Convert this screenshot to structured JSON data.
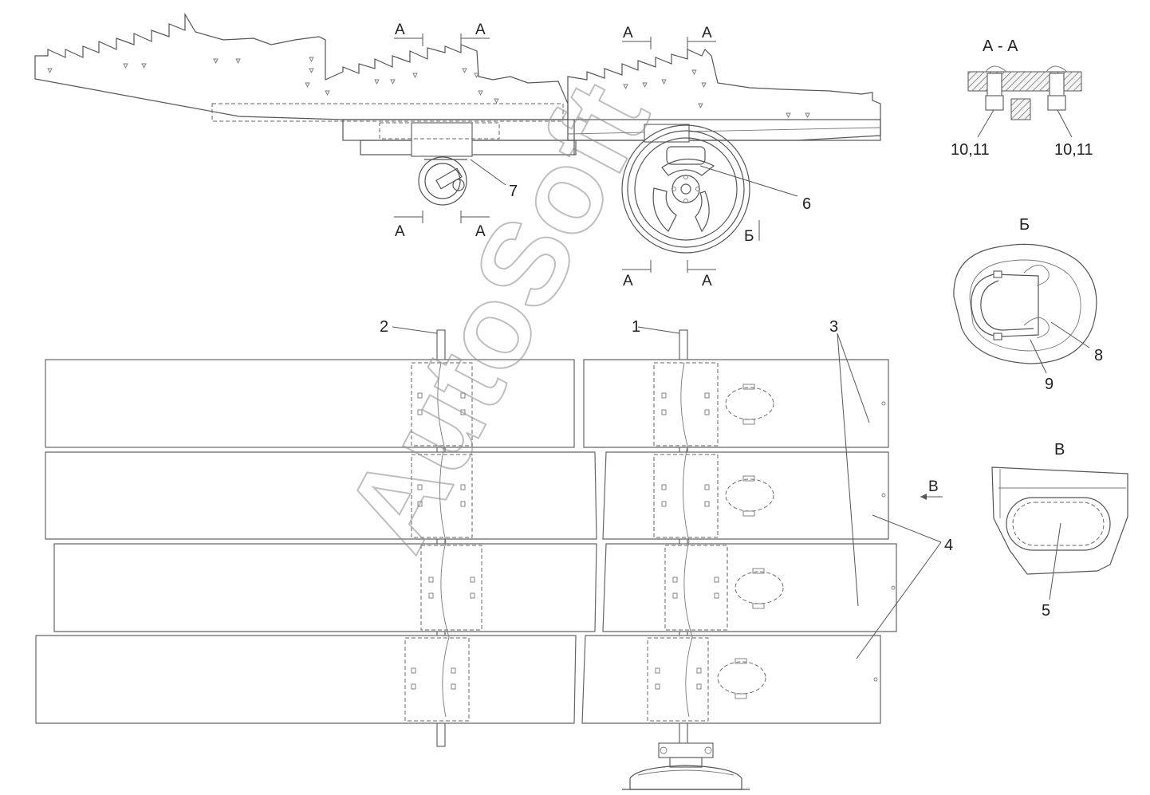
{
  "callouts": {
    "c1": "1",
    "c2": "2",
    "c3": "3",
    "c4": "4",
    "c5": "5",
    "c6": "6",
    "c7": "7",
    "c8": "8",
    "c9": "9",
    "c10_11_left": "10,11",
    "c10_11_right": "10,11"
  },
  "section_marks": {
    "a": "A",
    "b": "Б",
    "v": "В"
  },
  "views": {
    "aa_title": "А - А",
    "b_title": "Б",
    "v_title": "В"
  },
  "watermark": "AutoSoft"
}
